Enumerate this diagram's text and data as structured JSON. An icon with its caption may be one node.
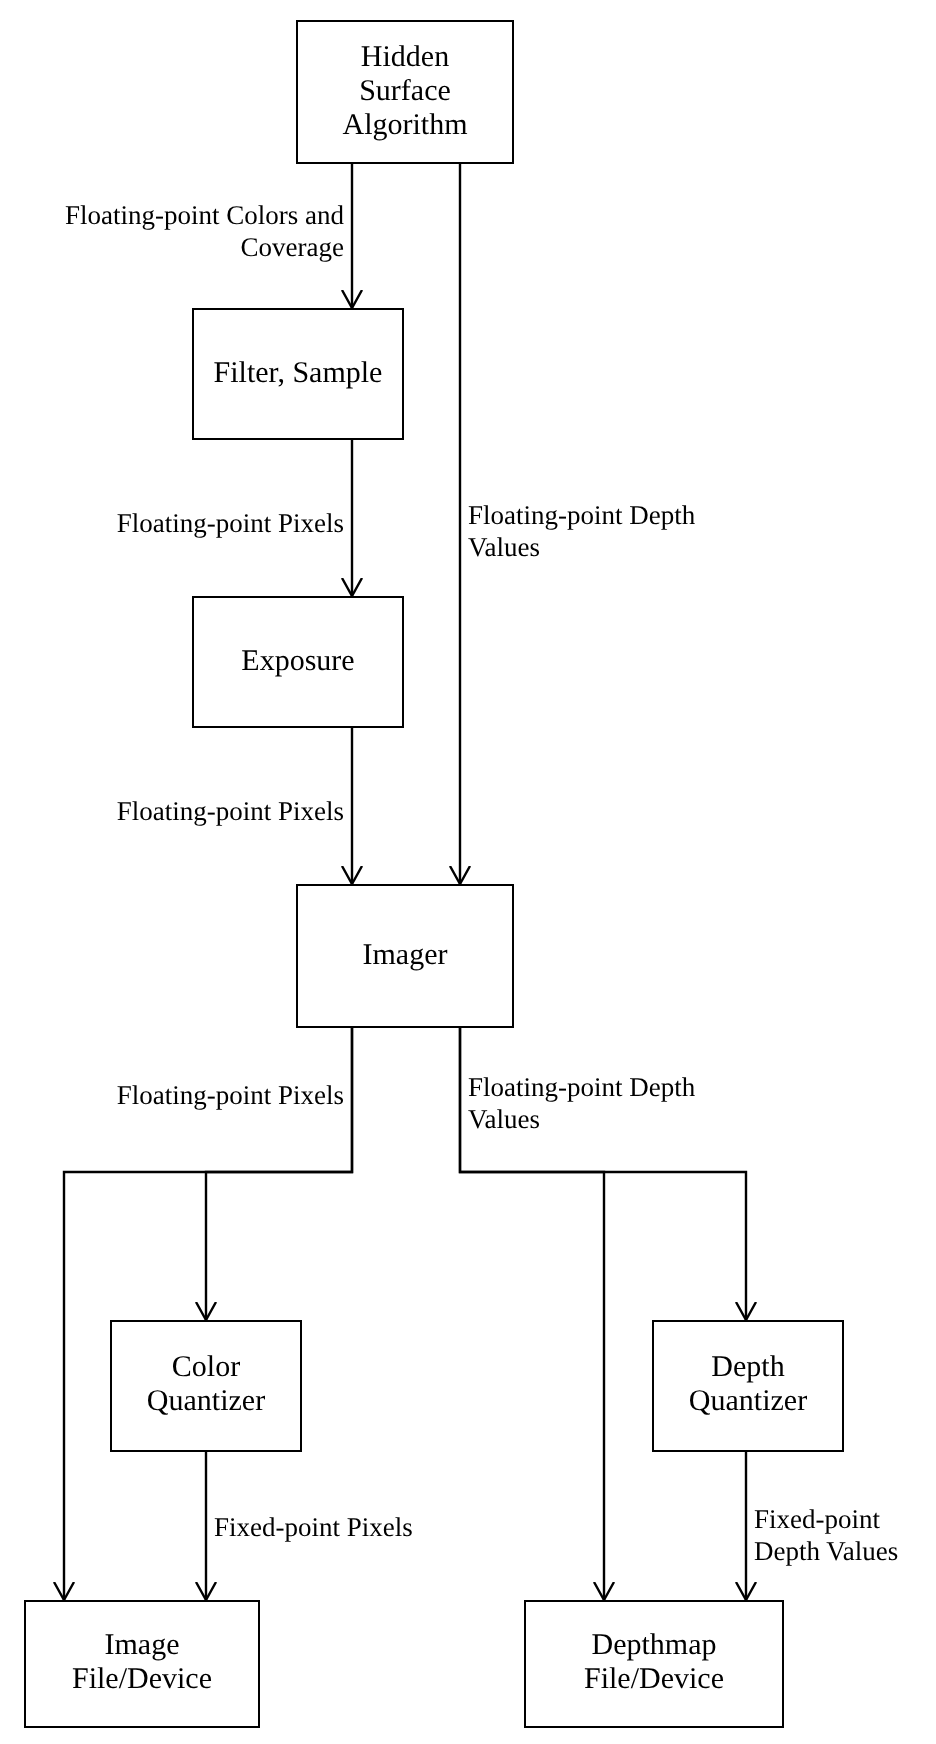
{
  "diagram": {
    "nodes": [
      {
        "text": [
          "Hidden Surface Algorithm"
        ]
      },
      {
        "text": [
          "Filter, Sample"
        ]
      },
      {
        "text": [
          "Exposure"
        ]
      },
      {
        "text": [
          "Imager"
        ]
      },
      {
        "text": [
          "Color Quantizer"
        ]
      },
      {
        "text": [
          "Depth Quantizer"
        ]
      },
      {
        "text": [
          "Image File/Device"
        ]
      },
      {
        "text": [
          "Depthmap File/Device"
        ]
      }
    ],
    "edges": [
      {
        "from": 0,
        "to": 1,
        "arrow": "to",
        "label": "Floating-point Colors and Coverage"
      },
      {
        "from": 0,
        "to": 3,
        "arrow": "to",
        "label": "Floating-point Depth Values"
      },
      {
        "from": 1,
        "to": 2,
        "arrow": "to",
        "label": "Floating-point Pixels"
      },
      {
        "from": 2,
        "to": 3,
        "arrow": "to",
        "label": "Floating-point Pixels"
      },
      {
        "from": 3,
        "to": 6,
        "arrow": "to"
      },
      {
        "from": 3,
        "to": 4,
        "arrow": "to",
        "label": "Floating-point Pixels"
      },
      {
        "from": 3,
        "to": 7,
        "arrow": "to"
      },
      {
        "from": 3,
        "to": 5,
        "arrow": "to",
        "label": "Floating-point Depth Values"
      },
      {
        "from": 4,
        "to": 6,
        "arrow": "to",
        "label": "Fixed-point Pixels"
      },
      {
        "from": 5,
        "to": 7,
        "arrow": "to",
        "label": "Fixed-point Depth Values"
      }
    ]
  }
}
